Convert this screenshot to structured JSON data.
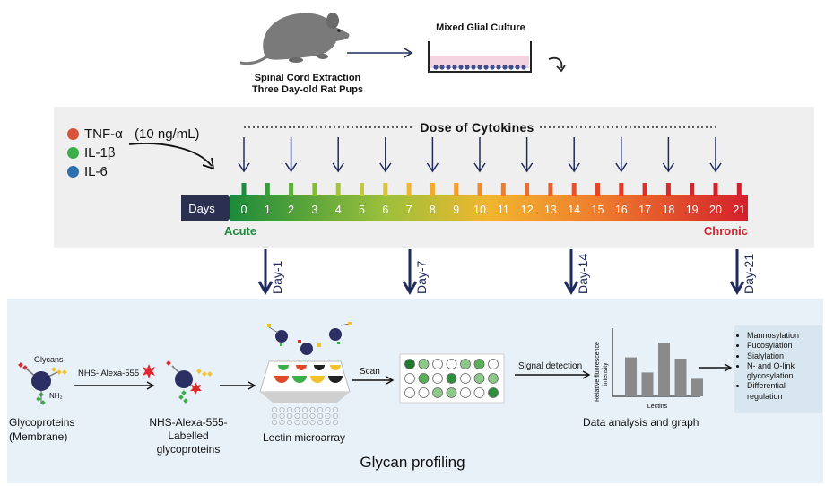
{
  "top": {
    "extraction_line1": "Spinal Cord Extraction",
    "extraction_line2": "Three Day-old Rat Pups",
    "culture_label": "Mixed Glial Culture"
  },
  "cytokines": {
    "items": [
      {
        "label": "TNF-α",
        "color": "#d9533b"
      },
      {
        "label": "IL-1β",
        "color": "#3cae49"
      },
      {
        "label": "IL-6",
        "color": "#2e6fb0"
      }
    ],
    "concentration": "(10 ng/mL)",
    "dose_title": "Dose of Cytokines"
  },
  "timeline": {
    "days_label": "Days",
    "days": [
      "0",
      "1",
      "2",
      "3",
      "4",
      "5",
      "6",
      "7",
      "8",
      "9",
      "10",
      "11",
      "12",
      "13",
      "14",
      "15",
      "16",
      "17",
      "18",
      "19",
      "20",
      "21"
    ],
    "dose_days": [
      0,
      2,
      4,
      6,
      8,
      10,
      12,
      14,
      16,
      18,
      20
    ],
    "acute_label": "Acute",
    "chronic_label": "Chronic",
    "acute_color": "#1e8a3c",
    "chronic_color": "#d0262f"
  },
  "sampling": [
    "Day-1",
    "Day-7",
    "Day-14",
    "Day-21"
  ],
  "profiling": {
    "glycans_label": "Glycans",
    "nh2_label": "NH₂",
    "glycoproteins_label": "Glycoproteins",
    "membrane_label": "(Membrane)",
    "reagent_label": "NHS- Alexa-555",
    "labelled_line1": "NHS-Alexa-555-",
    "labelled_line2": "Labelled",
    "labelled_line3": "glycoproteins",
    "microarray_label": "Lectin microarray",
    "scan_label": "Scan",
    "signal_label": "Signal detection",
    "y_axis_line1": "Relative fluorescence",
    "y_axis_line2": "intensity",
    "x_axis_label": "Lectins",
    "analysis_label": "Data analysis and graph",
    "bar_levels": [
      0.62,
      0.38,
      0.85,
      0.6,
      0.28
    ],
    "outcomes": [
      "Mannosylation",
      "Fucosylation",
      "Sialylation",
      "N- and O-link glycosylation",
      "Differential regulation"
    ],
    "title": "Glycan profiling"
  },
  "colors": {
    "arrow_navy": "#1f2b5c",
    "days_box": "#2b3050",
    "protein_navy": "#2b2f63",
    "glycan_yellow": "#f2c12e",
    "glycan_green": "#3cae49",
    "dye_red": "#e2262c"
  }
}
